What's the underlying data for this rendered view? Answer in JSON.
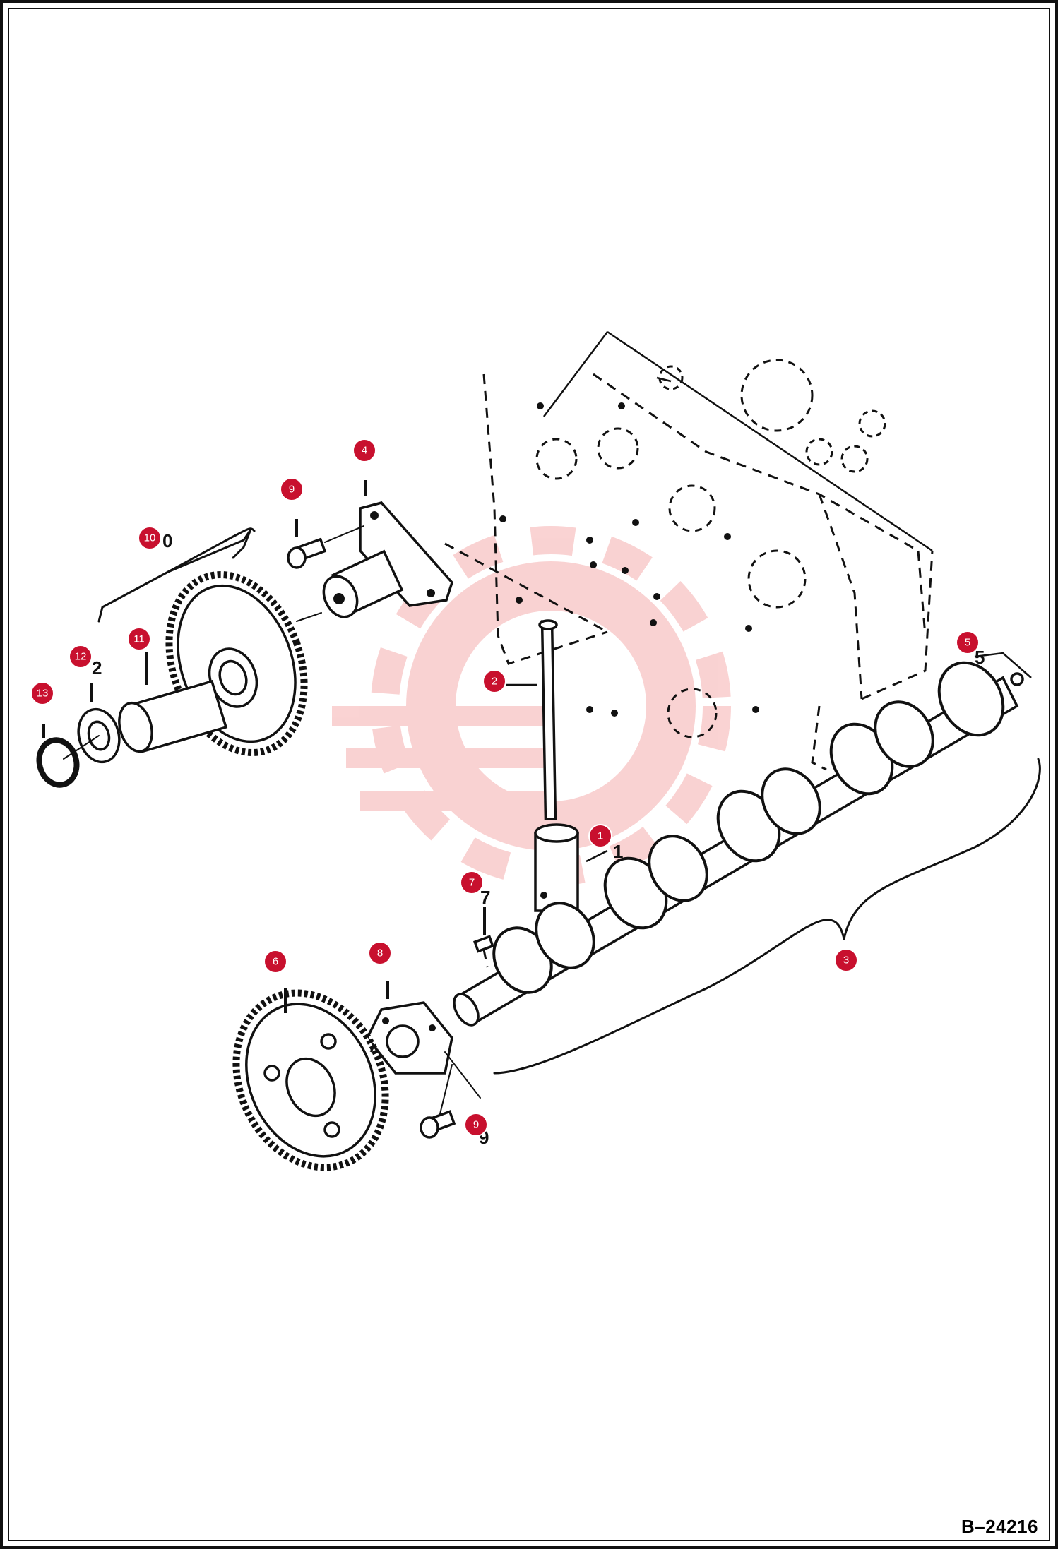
{
  "reference_code": "B–24216",
  "colors": {
    "callout": "#c8102e",
    "line": "#111111",
    "watermark": "#f08080"
  },
  "callouts": [
    {
      "id": "1",
      "label": "1"
    },
    {
      "id": "2",
      "label": "2"
    },
    {
      "id": "3",
      "label": "3"
    },
    {
      "id": "4",
      "label": "4"
    },
    {
      "id": "5",
      "label": "5"
    },
    {
      "id": "6",
      "label": "6"
    },
    {
      "id": "7",
      "label": "7"
    },
    {
      "id": "8",
      "label": "8"
    },
    {
      "id": "9a",
      "label": "9"
    },
    {
      "id": "9b",
      "label": "9"
    },
    {
      "id": "10",
      "label": "10"
    },
    {
      "id": "11",
      "label": "11"
    },
    {
      "id": "12",
      "label": "12"
    },
    {
      "id": "13",
      "label": "13"
    }
  ],
  "part_numbers": {
    "p1": "1",
    "p5": "5",
    "p7": "7",
    "p9": "9",
    "p10": "0",
    "p12": "2"
  },
  "watermark_icon": "gear-logo-icon"
}
